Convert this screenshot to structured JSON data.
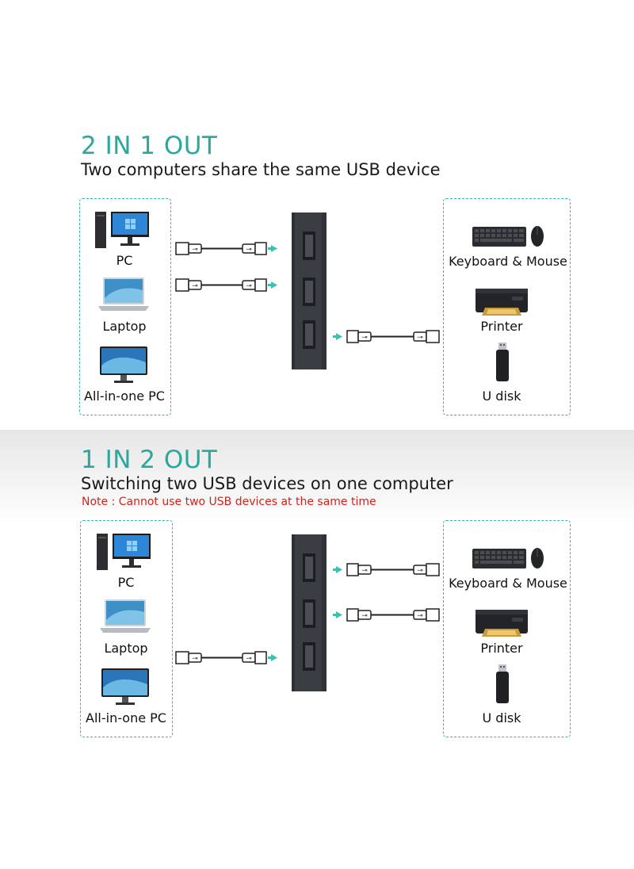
{
  "top": {
    "heading": "2 IN 1 OUT",
    "subtitle": "Two computers share the same USB device"
  },
  "bottom": {
    "heading": "1 IN 2 OUT",
    "subtitle": "Switching two USB devices on one computer",
    "note": "Note : Cannot use two USB devices at the same time"
  },
  "computers": [
    "PC",
    "Laptop",
    "All-in-one PC"
  ],
  "devices": [
    "Keyboard & Mouse",
    "Printer",
    "U disk"
  ],
  "colors": {
    "accent": "#2aa89d",
    "note": "#d8201b",
    "switch": "#3a3d42"
  }
}
